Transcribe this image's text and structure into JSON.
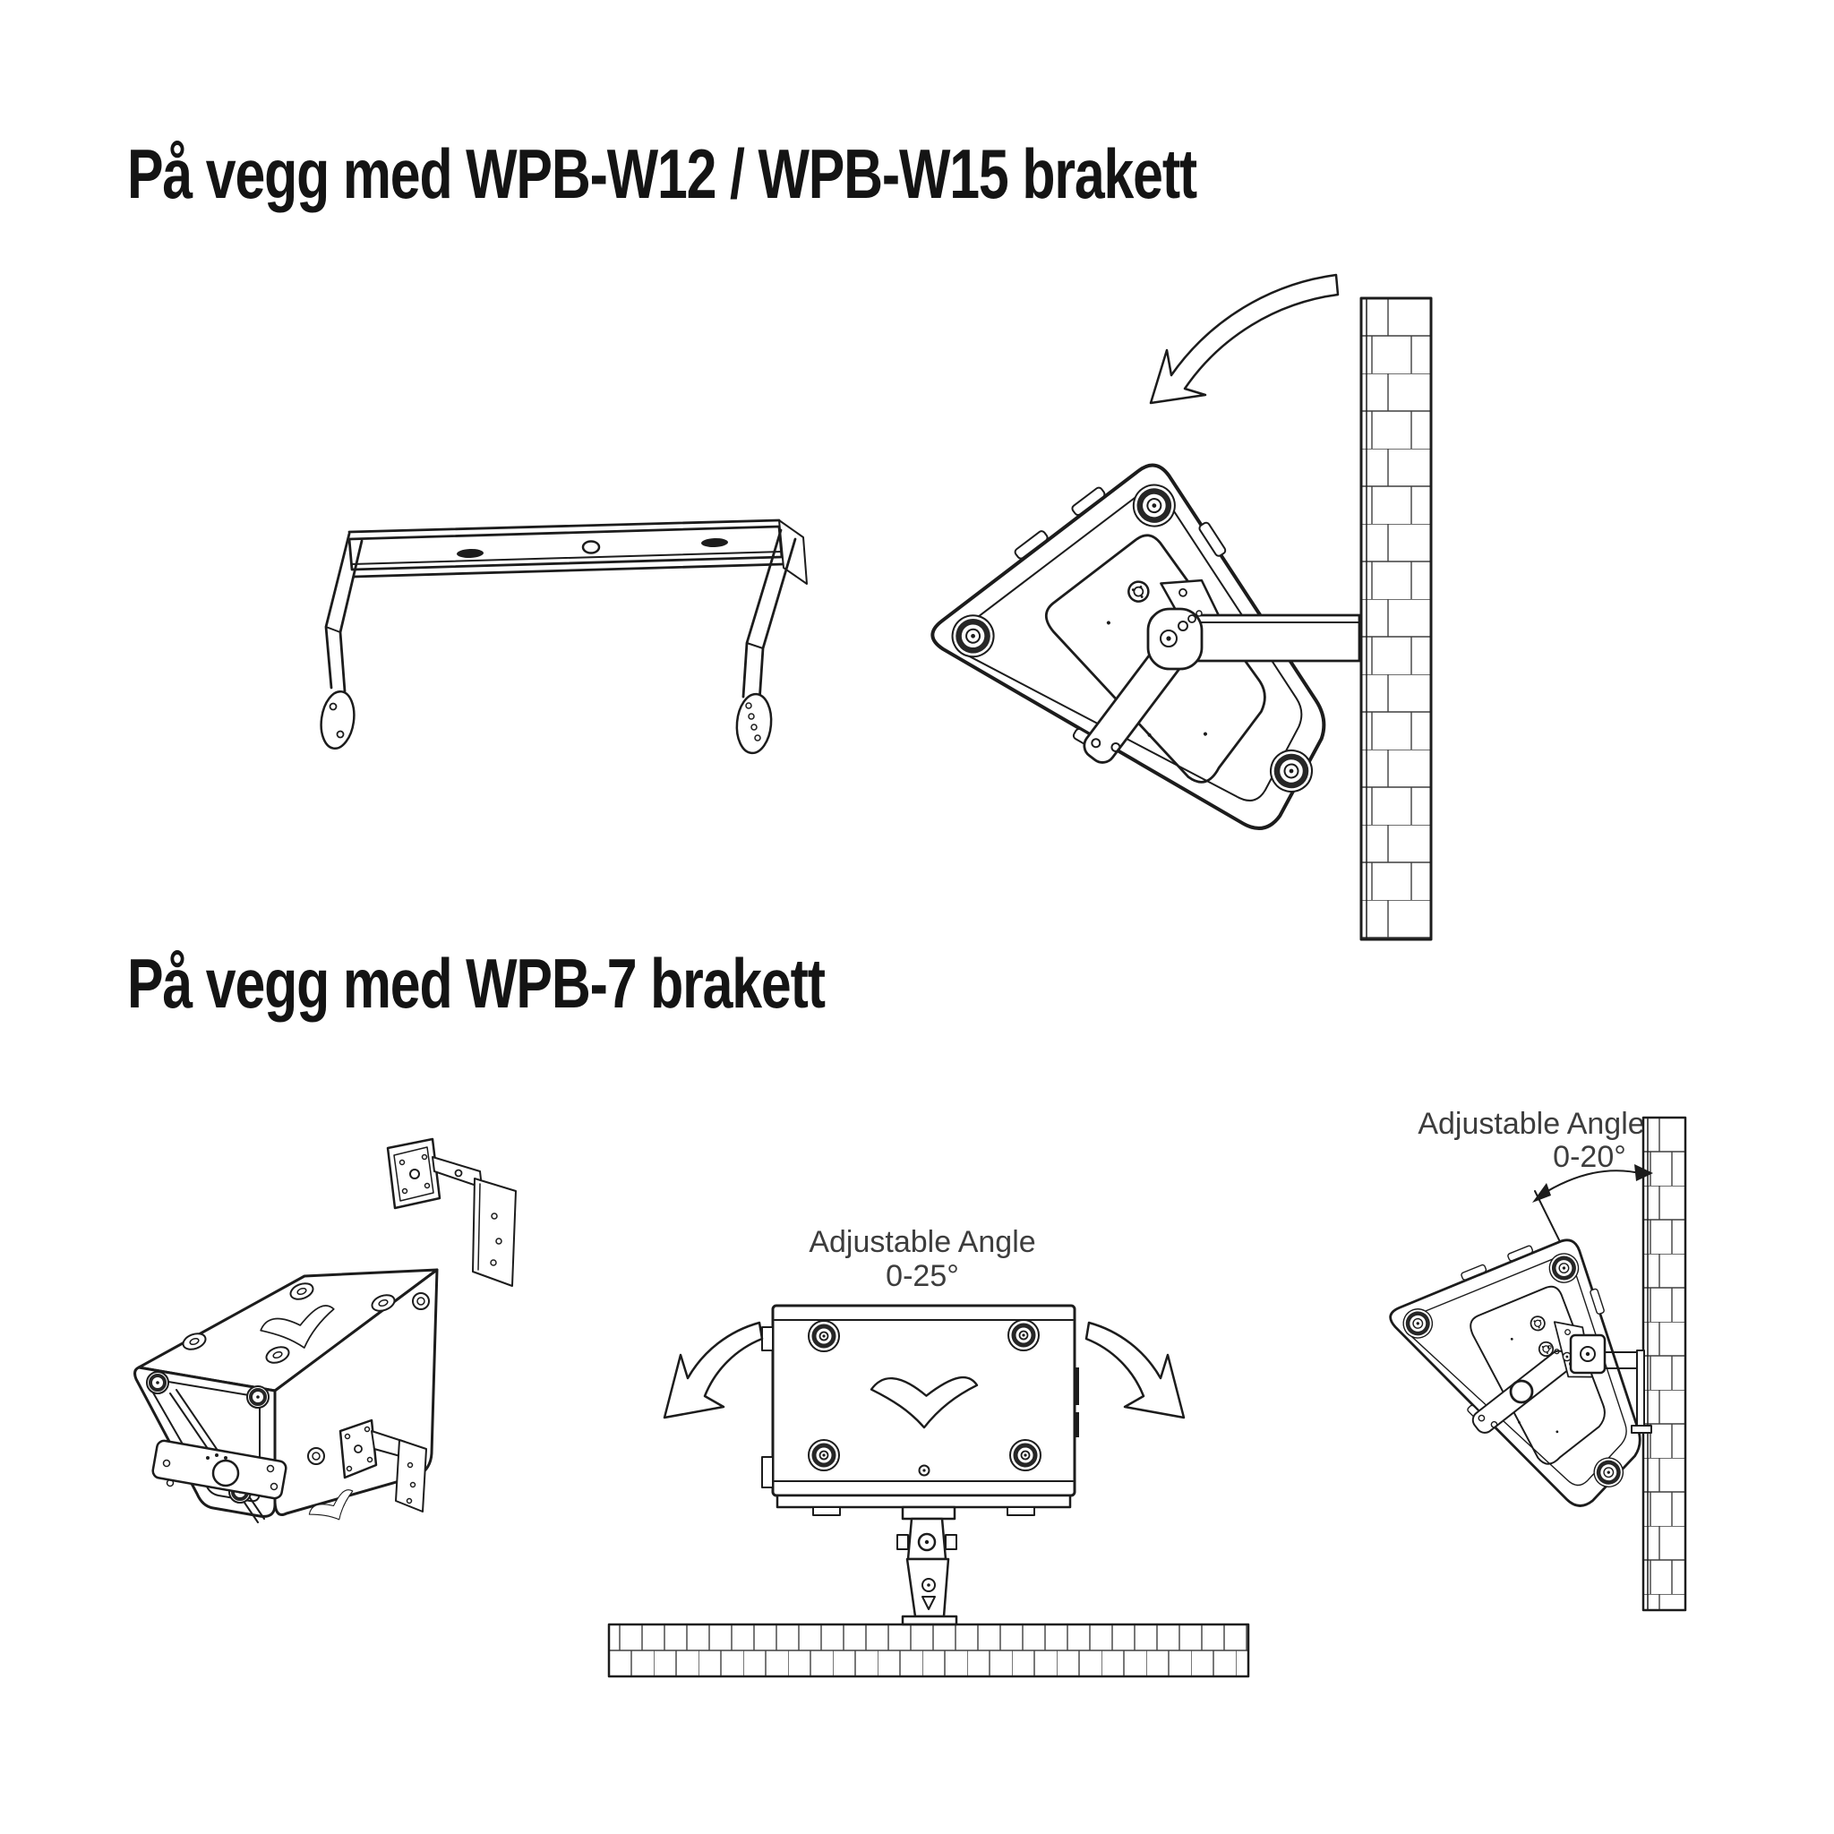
{
  "colors": {
    "background": "#ffffff",
    "line": "#1c1c1c",
    "label_text": "#3d3d3d",
    "heading_text": "#141414"
  },
  "headings": {
    "wpb_w": "På vegg med WPB-W12 / WPB-W15 brakett",
    "wpb_7": "På vegg med WPB-7 brakett"
  },
  "annotations": {
    "front_view": {
      "title": "Adjustable Angle",
      "range": "0-25°"
    },
    "side_view": {
      "title": "Adjustable Angle",
      "range": "0-20°"
    }
  }
}
